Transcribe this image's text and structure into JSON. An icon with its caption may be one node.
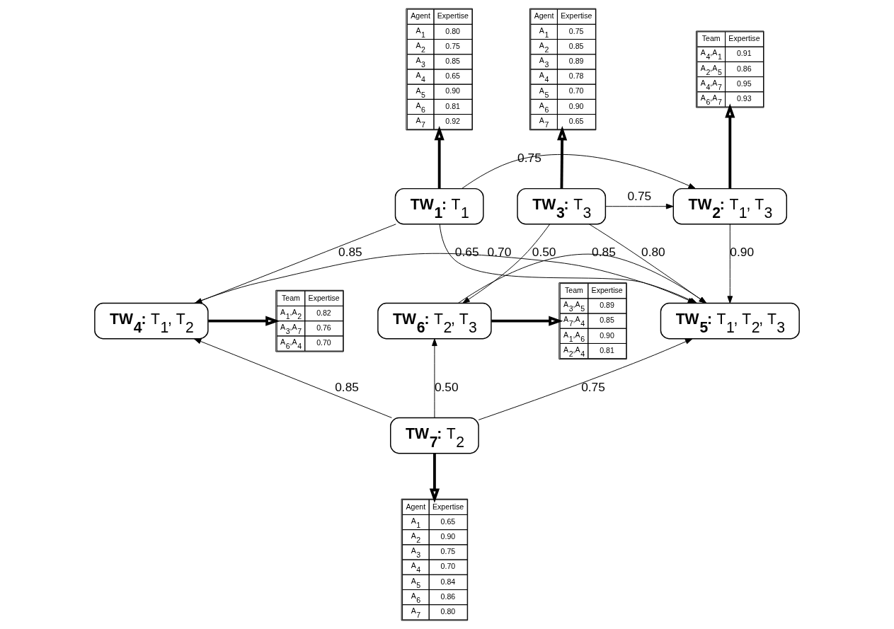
{
  "diagram": {
    "nodes": [
      {
        "text": [
          "Team",
          "Expertise",
          "A$_{4}$,A$_{1}$",
          "0.91",
          "A$_{2}$,A$_{5}$",
          "0.86",
          "A$_{4}$,A$_{7}$",
          "0.95",
          "A$_{6}$,A$_{7}$",
          "0.93"
        ]
      },
      {
        "text": [
          "Agent",
          "Expertise",
          "A$_{1}$",
          "0.80",
          "A$_{2}$",
          "0.75",
          "A$_{3}$",
          "0.85",
          "A$_{4}$",
          "0.65",
          "A$_{5}$",
          "0.90",
          "A$_{6}$",
          "0.81",
          "A$_{7}$",
          "0.92"
        ]
      },
      {
        "text": [
          "Agent",
          "Expertise",
          "A$_{1}$",
          "0.75",
          "A$_{2}$",
          "0.85",
          "A$_{3}$",
          "0.89",
          "A$_{4}$",
          "0.78",
          "A$_{5}$",
          "0.70",
          "A$_{6}$",
          "0.90",
          "A$_{7}$",
          "0.65"
        ]
      },
      {
        "text": [
          "**TW$_{1}$:** T$_{1}$"
        ]
      },
      {
        "text": [
          "**TW$_{2}$:** T$_{1}$, T$_{3}$"
        ]
      },
      {
        "text": [
          "**TW$_{3}$:** T$_{3}$"
        ]
      },
      {
        "text": [
          "Team",
          "Expertise",
          "A$_{1}$,A$_{2}$",
          "0.82",
          "A$_{3}$,A$_{7}$",
          "0.76",
          "A$_{6}$,A$_{4}$",
          "0.70"
        ]
      },
      {
        "text": [
          "**TW$_{4}$:** T$_{1}$, T$_{2}$"
        ]
      },
      {
        "text": [
          "**TW$_{5}$:** T$_{1}$, T$_{2}$, T$_{3}$"
        ]
      },
      {
        "text": [
          "**TW$_{6}$:** T$_{2}$, T$_{3}$"
        ]
      },
      {
        "text": [
          "Team",
          "Expertise",
          "A$_{3}$,A$_{5}$",
          "0.89",
          "A$_{7}$,A$_{4}$",
          "0.85",
          "A$_{1}$,A$_{6}$",
          "0.90",
          "A$_{2}$,A$_{4}$",
          "0.81"
        ]
      },
      {
        "text": [
          "**TW$_{7}$:** T$_{2}$"
        ]
      },
      {
        "text": [
          "Agent",
          "Expertise",
          "A$_{1}$",
          "0.65",
          "A$_{2}$",
          "0.90",
          "A$_{3}$",
          "0.75",
          "A$_{4}$",
          "0.70",
          "A$_{5}$",
          "0.84",
          "A$_{6}$",
          "0.86",
          "A$_{7}$",
          "0.80"
        ]
      }
    ],
    "edges": [
      {
        "from": 3,
        "to": 4,
        "arrow": "to",
        "label": "0.75"
      },
      {
        "from": 5,
        "to": 4,
        "arrow": "to",
        "label": "0.75"
      },
      {
        "from": 3,
        "to": 7,
        "arrow": "to",
        "label": "0.85"
      },
      {
        "from": 3,
        "to": 8,
        "arrow": "to",
        "label": "0.65"
      },
      {
        "from": 4,
        "to": 8,
        "arrow": "to",
        "label": "0.90"
      },
      {
        "from": 5,
        "to": 8,
        "arrow": "to",
        "label": "0.80"
      },
      {
        "from": 5,
        "to": 9,
        "arrow": "to",
        "label": "0.50"
      },
      {
        "from": 7,
        "to": 8,
        "arrow": "to",
        "label": "0.70"
      },
      {
        "from": 9,
        "to": 8,
        "arrow": "to",
        "label": "0.85"
      },
      {
        "from": 11,
        "to": 7,
        "arrow": "to",
        "label": "0.85"
      },
      {
        "from": 11,
        "to": 8,
        "arrow": "to",
        "label": "0.75"
      },
      {
        "from": 11,
        "to": 9,
        "arrow": "to",
        "label": "0.50"
      },
      {
        "from": 3,
        "to": 1,
        "arrow": "to",
        "style": "thick"
      },
      {
        "from": 4,
        "to": 0,
        "arrow": "to",
        "style": "thick"
      },
      {
        "from": 5,
        "to": 2,
        "arrow": "to",
        "style": "thick"
      },
      {
        "from": 7,
        "to": 6,
        "arrow": "to",
        "style": "thick"
      },
      {
        "from": 9,
        "to": 10,
        "arrow": "to",
        "style": "thick"
      },
      {
        "from": 11,
        "to": 12,
        "arrow": "to",
        "style": "thick"
      }
    ]
  }
}
